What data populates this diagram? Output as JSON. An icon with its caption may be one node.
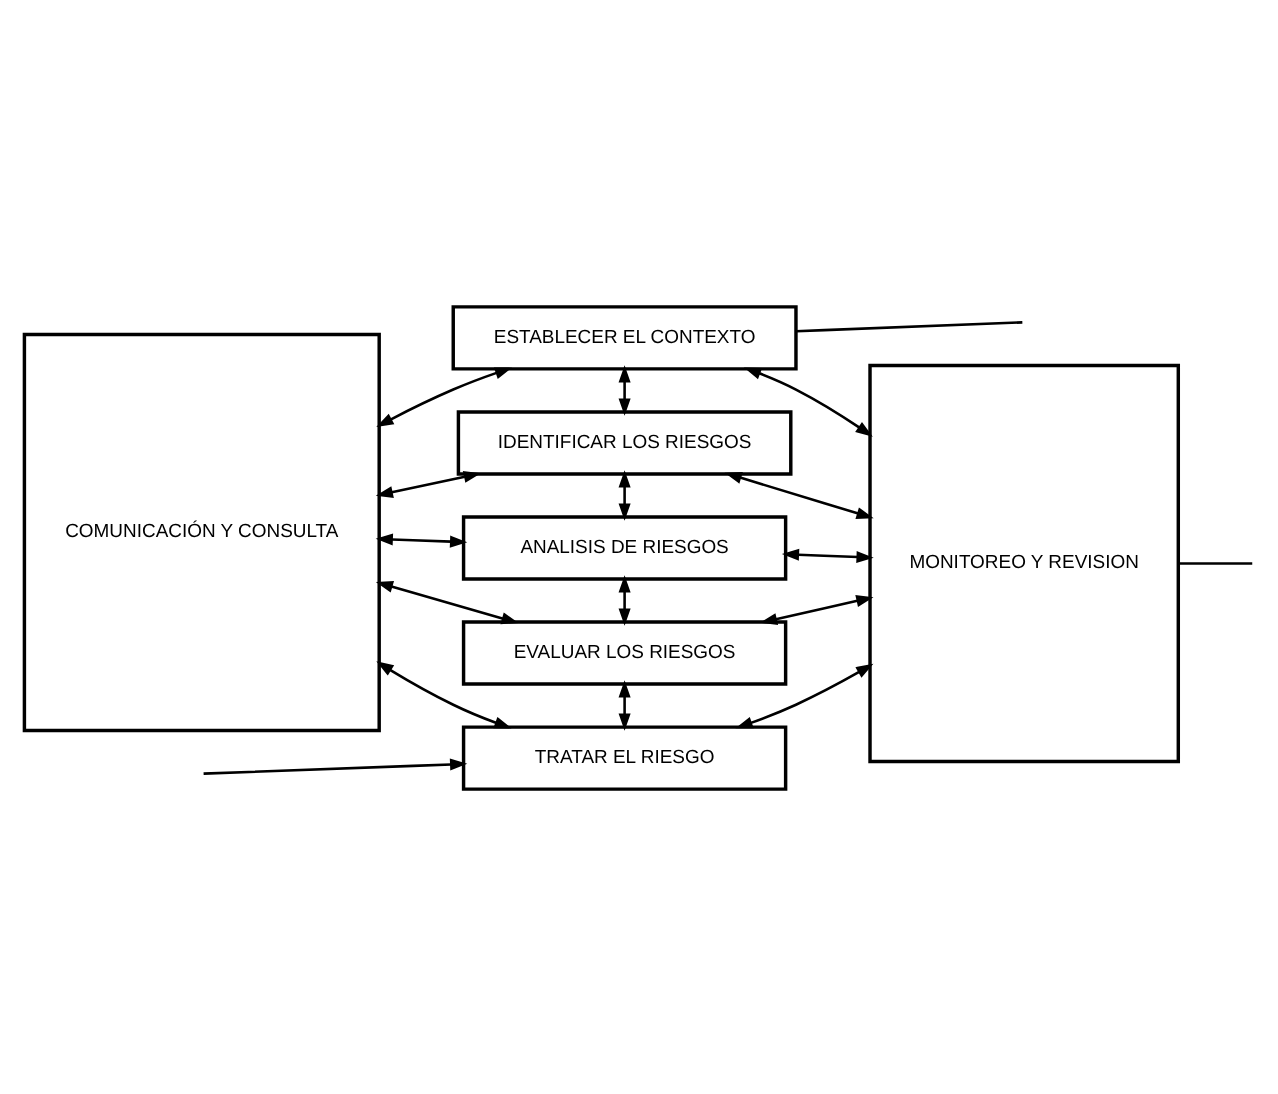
{
  "diagram": {
    "nodes": [
      {
        "text": [
          "COMUNICACIÓN Y CONSULTA"
        ]
      },
      {
        "text": [
          "ESTABLECER EL CONTEXTO"
        ]
      },
      {
        "text": [
          "IDENTIFICAR LOS RIESGOS"
        ]
      },
      {
        "text": [
          "ANALISIS DE RIESGOS"
        ]
      },
      {
        "text": [
          "EVALUAR LOS RIESGOS"
        ]
      },
      {
        "text": [
          "TRATAR EL RIESGO"
        ]
      },
      {
        "text": [
          "MONITOREO Y REVISION"
        ]
      }
    ],
    "edges": [
      {
        "from": 0,
        "to": 1,
        "arrow": "both"
      },
      {
        "from": 0,
        "to": 2,
        "arrow": "both"
      },
      {
        "from": 0,
        "to": 3,
        "arrow": "both"
      },
      {
        "from": 0,
        "to": 4,
        "arrow": "both"
      },
      {
        "from": 0,
        "to": 5,
        "arrow": "both"
      },
      {
        "from": 1,
        "to": 2,
        "arrow": "both"
      },
      {
        "from": 2,
        "to": 3,
        "arrow": "both"
      },
      {
        "from": 3,
        "to": 4,
        "arrow": "both"
      },
      {
        "from": 4,
        "to": 5,
        "arrow": "both"
      },
      {
        "from": 1,
        "to": 6,
        "arrow": "both"
      },
      {
        "from": 2,
        "to": 6,
        "arrow": "both"
      },
      {
        "from": 3,
        "to": 6,
        "arrow": "both"
      },
      {
        "from": 4,
        "to": 6,
        "arrow": "both"
      },
      {
        "from": 5,
        "to": 6,
        "arrow": "both"
      },
      {
        "from": 1,
        "to": null,
        "arrow": "none"
      },
      {
        "from": 6,
        "to": null,
        "arrow": "none"
      },
      {
        "from": null,
        "to": 5,
        "arrow": "to"
      }
    ]
  }
}
